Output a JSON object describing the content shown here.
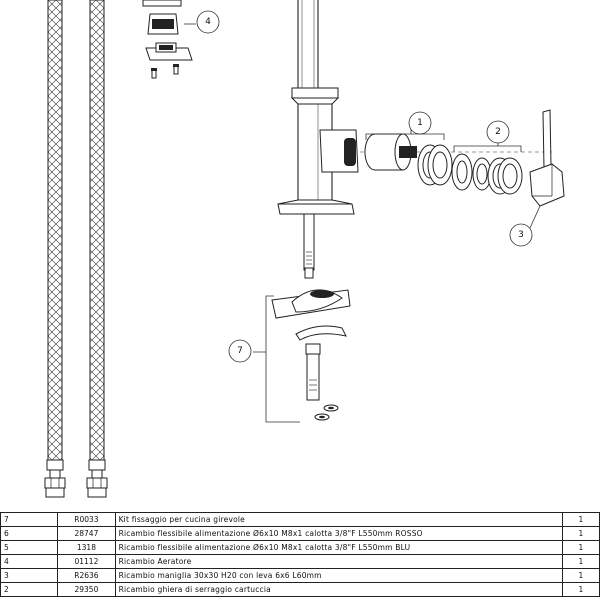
{
  "callouts": [
    {
      "label": "1"
    },
    {
      "label": "2"
    },
    {
      "label": "3"
    },
    {
      "label": "4"
    },
    {
      "label": "7"
    }
  ],
  "parts_table": {
    "rows": [
      {
        "pos": "7",
        "code": "R0033",
        "description": "Kit  fissaggio  per  cucina  girevole",
        "qty": "1"
      },
      {
        "pos": "6",
        "code": "28747",
        "description": "Ricambio  flessibile  alimentazione  Ø6x10  M8x1  calotta  3/8\"F  L550mm  ROSSO",
        "qty": "1"
      },
      {
        "pos": "5",
        "code": "1318",
        "description": "Ricambio  flessibile  alimentazione  Ø6x10  M8x1  calotta  3/8\"F  L550mm  BLU",
        "qty": "1"
      },
      {
        "pos": "4",
        "code": "01112",
        "description": "Ricambio  Aeratore",
        "qty": "1"
      },
      {
        "pos": "3",
        "code": "R2636",
        "description": "Ricambio  maniglia  30x30  H20  con  leva  6x6  L60mm",
        "qty": "1"
      },
      {
        "pos": "2",
        "code": "29350",
        "description": "Ricambio  ghiera  di  serraggio  cartuccia",
        "qty": "1"
      }
    ]
  }
}
